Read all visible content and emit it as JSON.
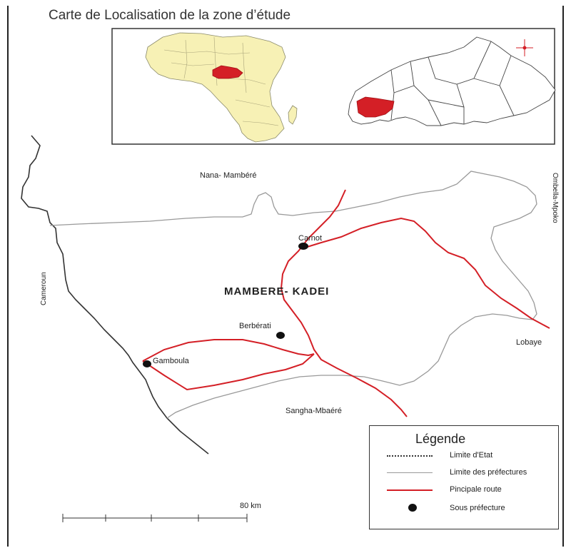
{
  "title": "Carte de Localisation de la zone d’étude",
  "region": "MAMBERE- KADEI",
  "neighbors": {
    "north": "Nana- Mambéré",
    "west": "Cameroun",
    "east": "Ombella-Mpoko",
    "southeast": "Lobaye",
    "south": "Sangha-Mbaéré"
  },
  "towns": [
    "Carnot",
    "Berbérati",
    "Gamboula"
  ],
  "legend": {
    "title": "Légende",
    "items": [
      {
        "label": "Limite d'Etat",
        "symbol": "dotted-line"
      },
      {
        "label": "Limite des préfectures",
        "symbol": "gray-line"
      },
      {
        "label": "Pincipale route",
        "symbol": "red-line"
      },
      {
        "label": "Sous préfecture",
        "symbol": "black-dot"
      }
    ]
  },
  "scale": {
    "label": "80 km",
    "segments": 4
  },
  "colors": {
    "study_area": "#d41f26",
    "africa_fill": "#f7f1b5",
    "road": "#d41f26",
    "prefecture_line": "#999999",
    "state_line": "#333333",
    "compass": "#d41f26"
  }
}
